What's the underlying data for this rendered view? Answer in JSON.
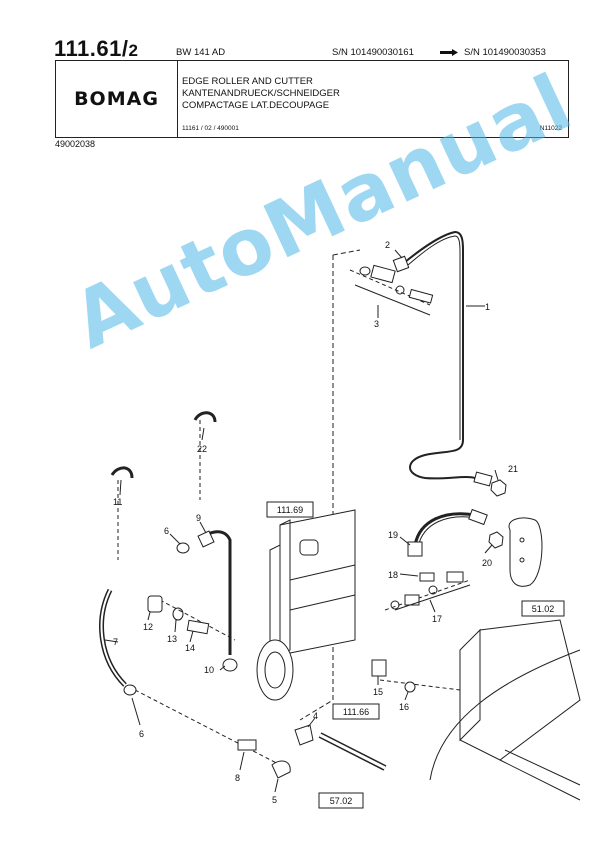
{
  "header": {
    "page_number": "111.61/",
    "page_sub": "2",
    "model": "BW 141 AD",
    "sn_from": "S/N 101490030161",
    "sn_to": "S/N 101490030353",
    "logo": "BOMAG",
    "title_en": "EDGE ROLLER AND CUTTER",
    "title_de": "KANTENANDRUECK/SCHNEIDGER",
    "title_fr": "COMPACTAGE LAT.DECOUPAGE",
    "ref_code": "11161 / 02 / 490001",
    "drawing_no": "N11022",
    "doc_number": "49002038"
  },
  "callouts": {
    "c1": "1",
    "c2": "2",
    "c3": "3",
    "c4": "4",
    "c5": "5",
    "c6a": "6",
    "c6b": "6",
    "c7": "7",
    "c8": "8",
    "c9": "9",
    "c10": "10",
    "c11": "11",
    "c12": "12",
    "c13": "13",
    "c14": "14",
    "c15": "15",
    "c16": "16",
    "c17": "17",
    "c18": "18",
    "c19": "19",
    "c20": "20",
    "c21": "21",
    "c22": "22"
  },
  "ref_boxes": {
    "r1": "111.69",
    "r2": "111.66",
    "r3": "51.02",
    "r4": "57.02"
  },
  "watermark": "AutoManual"
}
